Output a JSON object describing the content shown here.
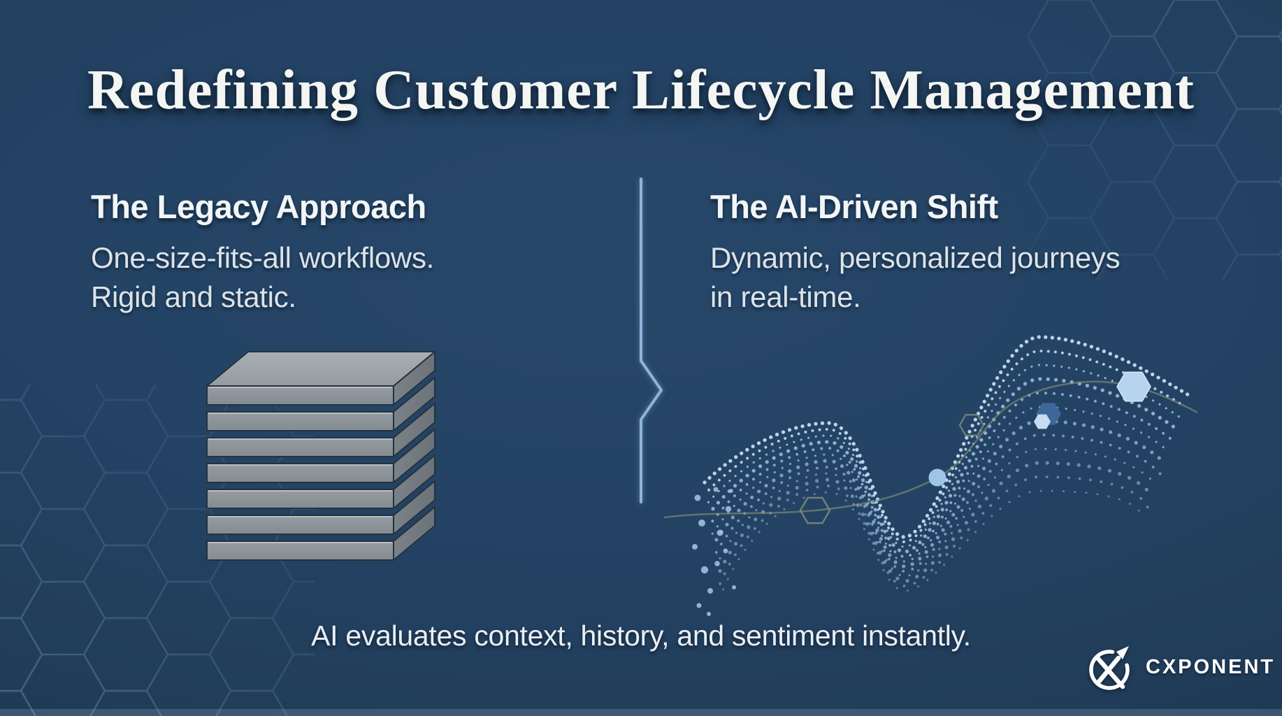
{
  "title": "Redefining Customer Lifecycle Management",
  "divider": {
    "style": "vertical-line-with-right-chevron"
  },
  "columns": {
    "legacy": {
      "heading": "The Legacy Approach",
      "body_line1": "One-size-fits-all workflows.",
      "body_line2": "Rigid and static.",
      "illustration": "stacked-gray-slabs"
    },
    "ai": {
      "heading": "The AI-Driven Shift",
      "body_line1": "Dynamic, personalized journeys",
      "body_line2": "in real-time.",
      "illustration": "dotted-particle-wave-with-journey-line"
    }
  },
  "caption": "AI evaluates context, history, and sentiment instantly.",
  "logo": {
    "text": "CXPONENT",
    "mark": "circled-x-arrow"
  },
  "colors": {
    "background_navy": "#213d59",
    "vignette_dark": "#15293f",
    "title_text": "#f4f6f3",
    "heading_text": "#f2f5f7",
    "body_text": "#dbe3ea",
    "divider_blue": "#8fb4da",
    "wave_dot_blue": "#a6c7e8",
    "wave_dot_bright": "#c7dcf2",
    "node_fill_blue": "#9fc4e8",
    "node_dark_blue": "#40699c",
    "big_hex_fill": "#b7d4ef",
    "journey_line_sage": "#8a9579",
    "hex_pattern_line": "#6d95b2",
    "slab_top": "#9fa5a8",
    "slab_front": "#8e959a",
    "slab_side": "#71787e",
    "slab_outline": "#243240",
    "logo_white": "#ffffff"
  }
}
